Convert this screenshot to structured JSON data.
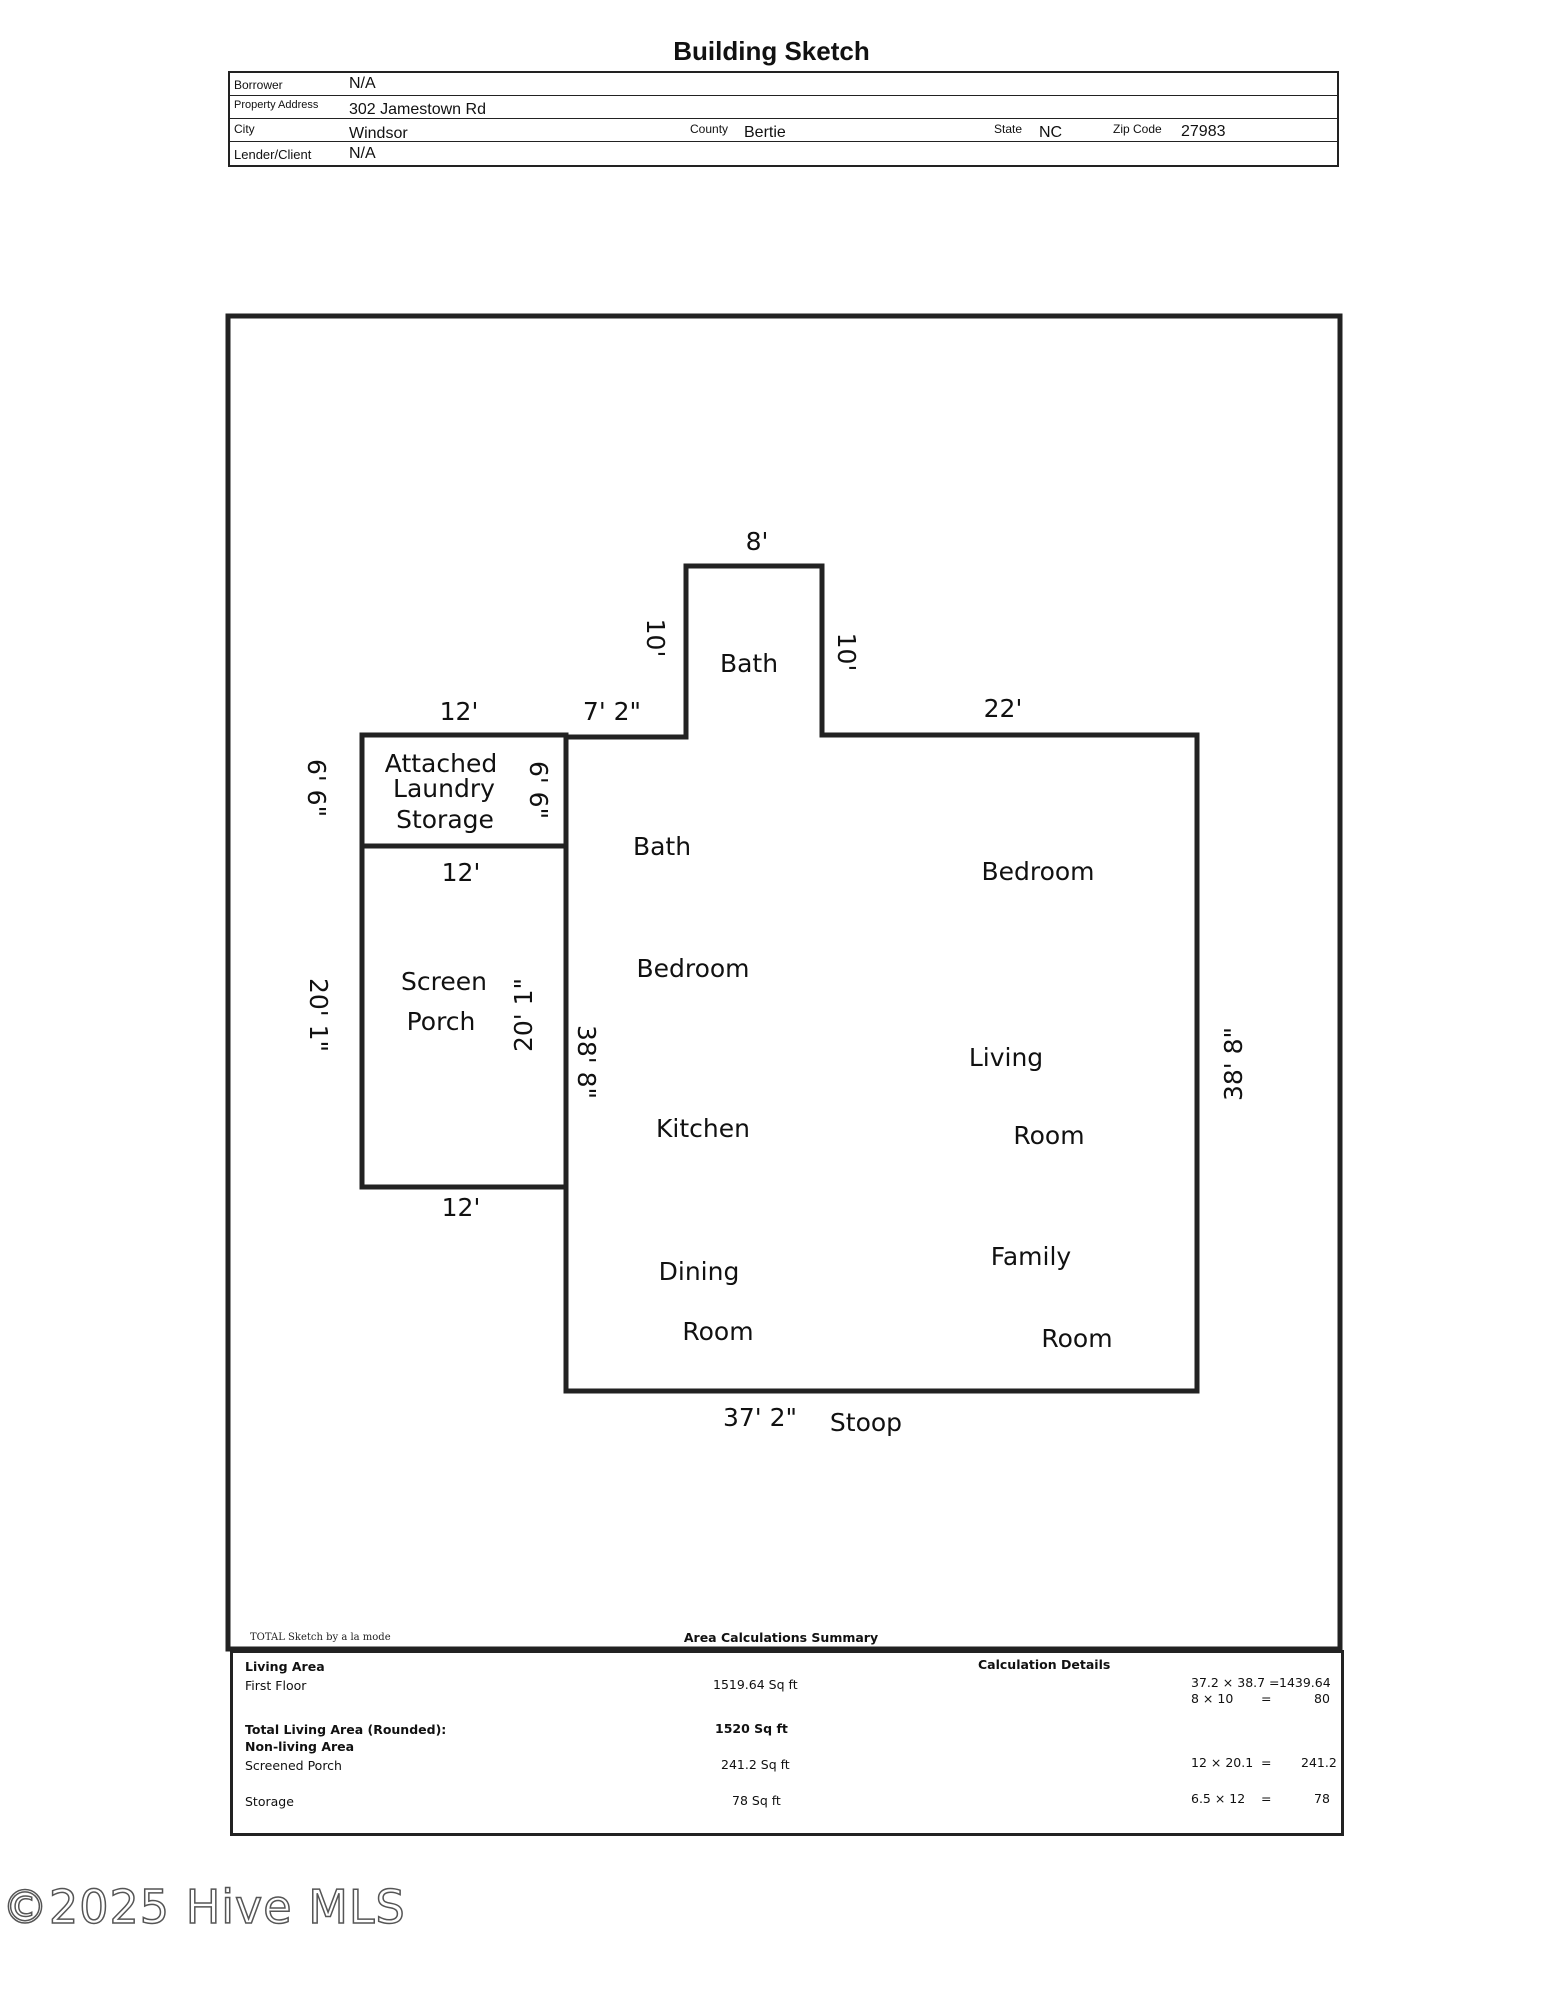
{
  "title": "Building Sketch",
  "header": {
    "borrower_label": "Borrower",
    "borrower": "N/A",
    "address_label": "Property Address",
    "address": "302 Jamestown Rd",
    "city_label": "City",
    "city": "Windsor",
    "county_label": "County",
    "county": "Bertie",
    "state_label": "State",
    "state": "NC",
    "zip_label": "Zip Code",
    "zip": "27983",
    "lender_label": "Lender/Client",
    "lender": "N/A"
  },
  "sketch": {
    "dims": {
      "bath_top": "8'",
      "bath_left": "10'",
      "bath_right": "10'",
      "top_left_main": "7' 2\"",
      "top_right_main": "22'",
      "laundry_top": "12'",
      "laundry_left": "6' 6\"",
      "laundry_right": "6' 6\"",
      "porch_top": "12'",
      "porch_left": "20' 1\"",
      "porch_right": "20' 1\"",
      "porch_bottom": "12'",
      "main_left": "38' 8\"",
      "main_right": "38' 8\"",
      "main_bottom": "37' 2\""
    },
    "rooms": {
      "bath_upper": "Bath",
      "laundry_1": "Attached",
      "laundry_2": "Laundry",
      "laundry_3": "Storage",
      "screen": "Screen",
      "porch": "Porch",
      "bath": "Bath",
      "bedroom_left": "Bedroom",
      "kitchen": "Kitchen",
      "dining": "Dining",
      "dining_room": "Room",
      "bedroom_right": "Bedroom",
      "living": "Living",
      "living_room": "Room",
      "family": "Family",
      "family_room": "Room",
      "stoop": "Stoop"
    },
    "credit": "TOTAL Sketch by a la mode",
    "summary_title": "Area Calculations Summary"
  },
  "summary": {
    "living_area": "Living Area",
    "first_floor": "First Floor",
    "first_floor_value": "1519.64 Sq ft",
    "calc_details": "Calculation Details",
    "calc1": "37.2 × 38.7 =",
    "calc1_val": "1439.64",
    "calc2": "8 × 10",
    "calc2_eq": "=",
    "calc2_val": "80",
    "total_label": "Total Living Area (Rounded):",
    "total_value": "1520 Sq ft",
    "non_living": "Non-living Area",
    "porch_label": "Screened Porch",
    "porch_value": "241.2 Sq ft",
    "calc3": "12 × 20.1",
    "calc3_eq": "=",
    "calc3_val": "241.2",
    "storage_label": "Storage",
    "storage_value": "78 Sq ft",
    "calc4": "6.5 × 12",
    "calc4_eq": "=",
    "calc4_val": "78"
  },
  "watermark": "©2025 Hive MLS"
}
